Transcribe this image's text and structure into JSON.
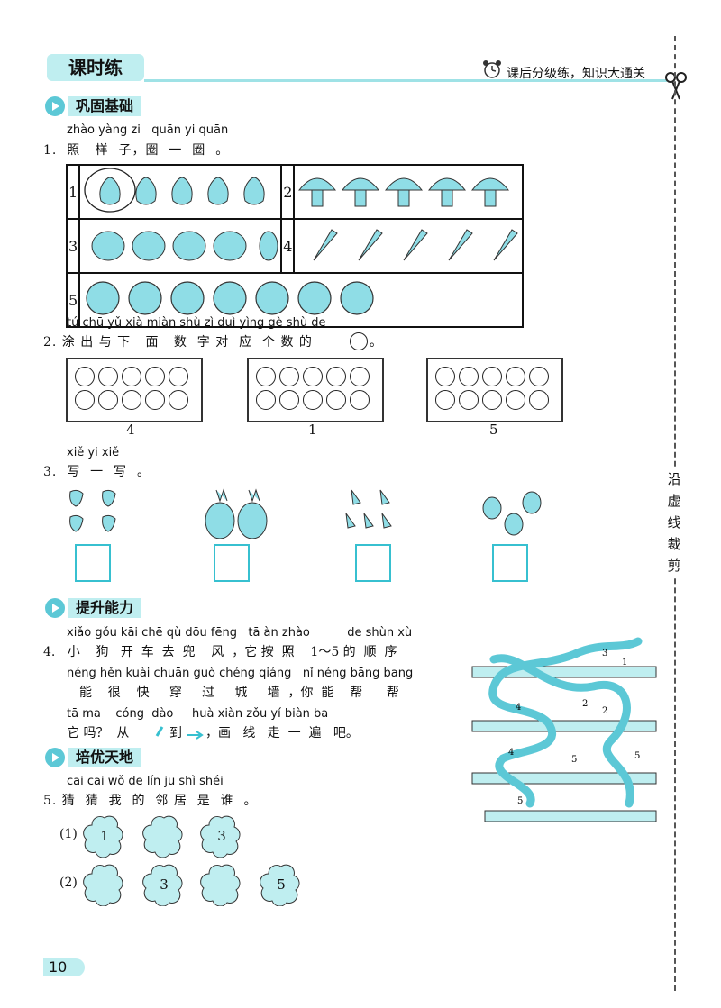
{
  "header": {
    "title": "课时练",
    "right_text": "课后分级练，知识大通关"
  },
  "sections": {
    "basic": "巩固基础",
    "improve": "提升能力",
    "advanced": "培优天地"
  },
  "q1": {
    "pinyin": "zhào yàng zi   quān yi quān",
    "text": "1.  照   样  子，圈  一  圈  。",
    "rows": [
      {
        "a_num": "1",
        "a_item": "pear-icon",
        "b_num": "2",
        "b_item": "mushroom-icon"
      },
      {
        "a_num": "3",
        "a_item": "pumpkin-icon",
        "b_num": "4",
        "b_item": "carrot-icon"
      },
      {
        "a_num": "5",
        "a_item": "smiley-icon"
      }
    ]
  },
  "q2": {
    "pinyin": "tú chū yǔ xià miàn shù zì duì yìng gè shù de",
    "text": "2. 涂 出 与 下   面   数  字 对  应  个 数 的",
    "labels": [
      "4",
      "1",
      "5"
    ]
  },
  "q3": {
    "pinyin": "xiě yi xiě",
    "text": "3.  写  一  写  。"
  },
  "q4": {
    "pinyin1": "xiǎo gǒu kāi chē qù dōu fēng   tā àn zhào          de shùn xù",
    "text1": "4.   小    狗   开  车  去  兜    风  ，它 按  照    1～5 的  顺  序",
    "pinyin2": "néng hěn kuài chuān guò chéng qiáng   nǐ néng bāng bang",
    "text2": "能    很    快     穿     过     城     墙  ，你  能    帮      帮",
    "pinyin3": "tā ma    cóng  dào     huà xiàn zǒu yí biàn ba",
    "text3a": "它 吗？  从",
    "text3b": "到",
    "text3c": "，画   线   走  一  遍   吧。"
  },
  "q5": {
    "pinyin": "cāi cai wǒ de lín jū shì shéi",
    "text": "5. 猜  猜  我  的  邻 居  是  谁  。",
    "row1_label": "(1)",
    "row1": [
      "1",
      "",
      "3"
    ],
    "row2_label": "(2)",
    "row2": [
      "",
      "3",
      "",
      "5"
    ]
  },
  "maze_numbers": [
    "3",
    "1",
    "4",
    "2",
    "2",
    "4",
    "5",
    "5",
    "5"
  ],
  "cut_text": [
    "沿",
    "虚",
    "线",
    "裁",
    "剪"
  ],
  "page_number": "10",
  "colors": {
    "accent": "#5cc8d6",
    "light": "#bfeef0"
  }
}
